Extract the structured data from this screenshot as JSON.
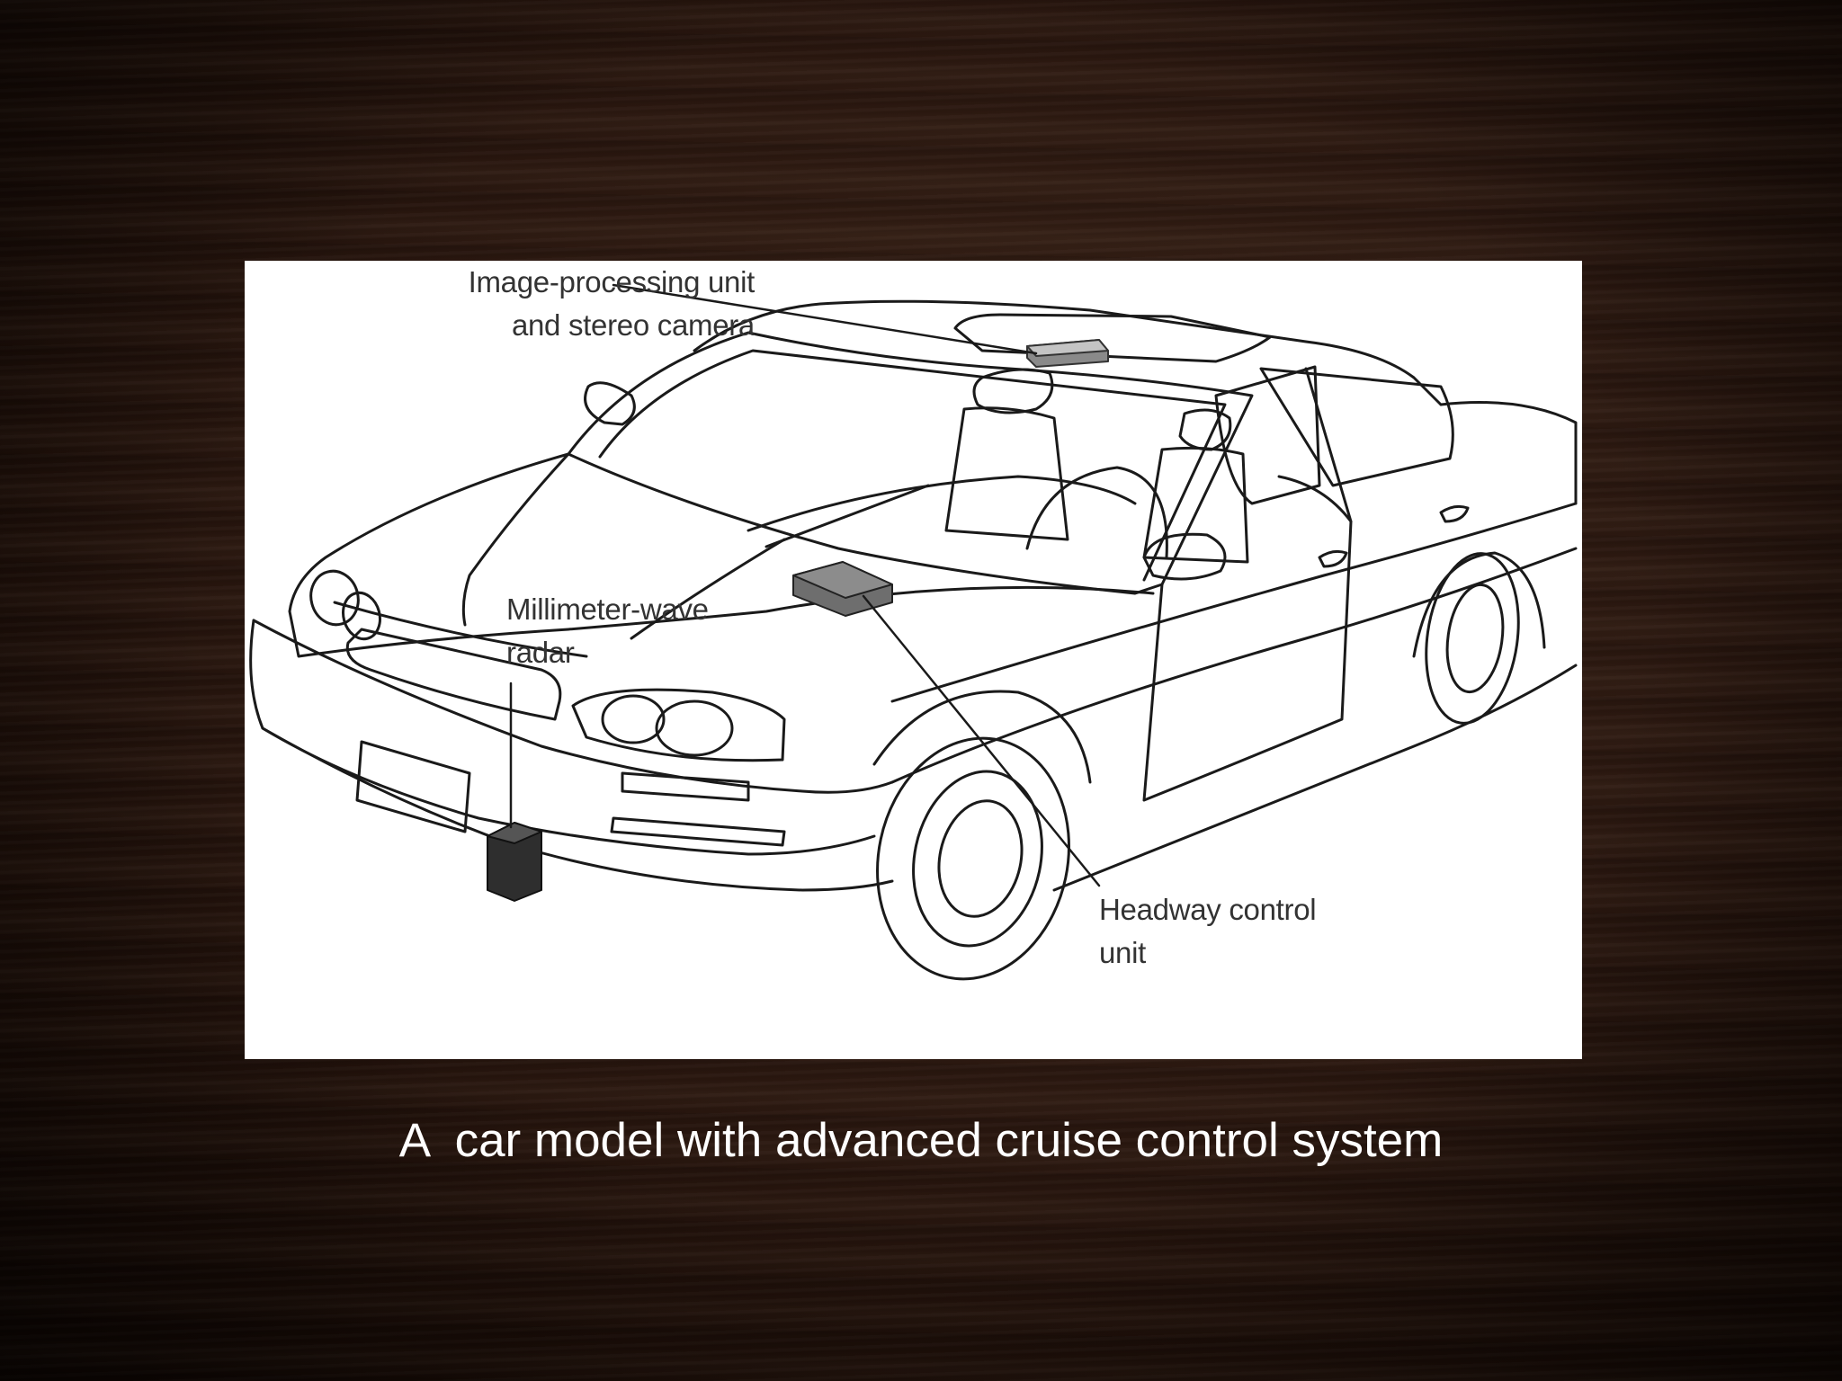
{
  "diagram": {
    "labels": {
      "camera_line1": "Image-processing unit",
      "camera_line2": "and stereo camera",
      "radar_line1": "Millimeter-wave",
      "radar_line2": "radar",
      "headway_line1": "Headway control",
      "headway_line2": "unit"
    }
  },
  "caption": "A  car model with advanced cruise control system",
  "colors": {
    "background": "#2a170f",
    "panel": "#ffffff",
    "line": "#1a1a1a",
    "component": "#6e6e6e"
  }
}
